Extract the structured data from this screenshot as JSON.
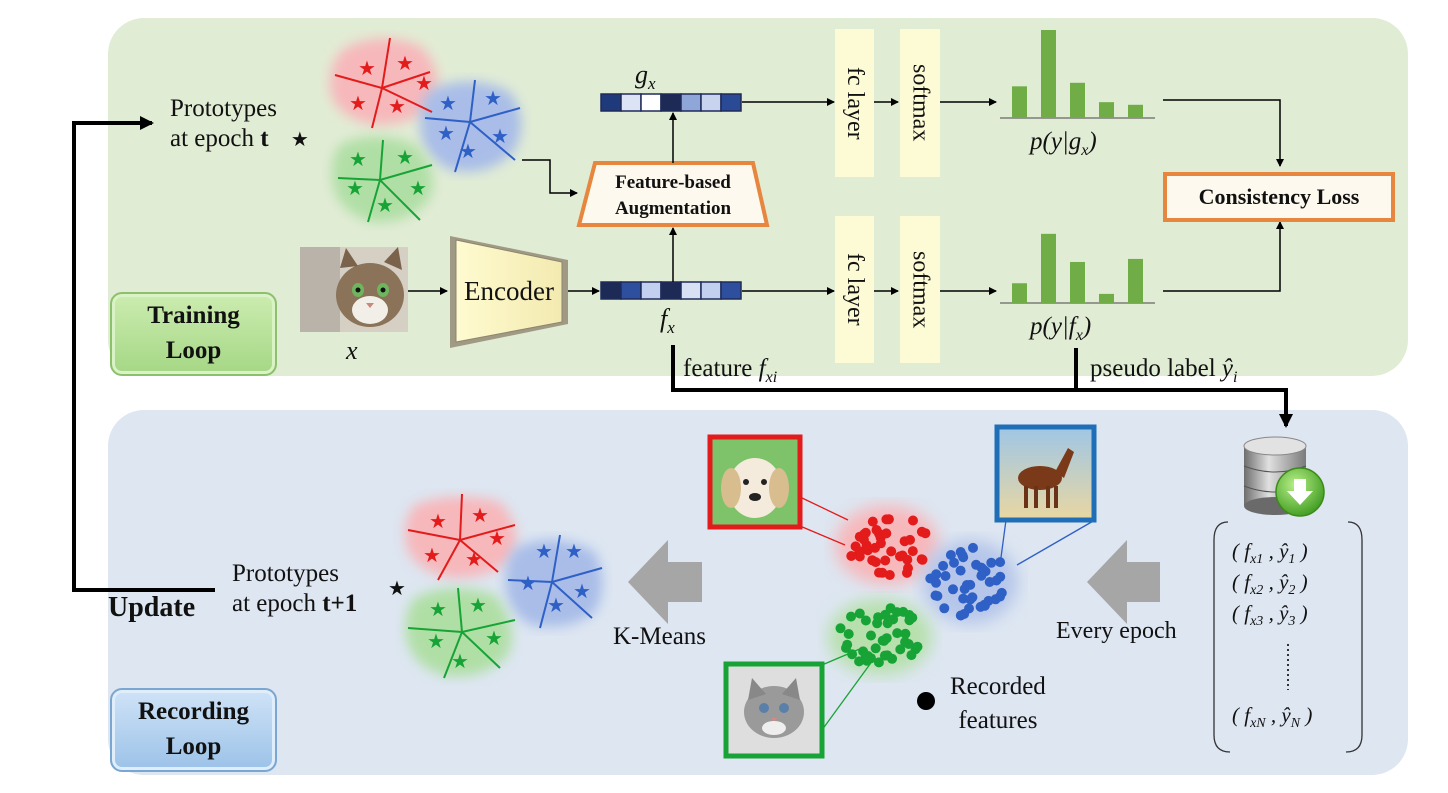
{
  "training": {
    "prototypes_line1": "Prototypes",
    "prototypes_line2": "at epoch ",
    "epoch_t": "t",
    "augmentation_line1": "Feature-based",
    "augmentation_line2": "Augmentation",
    "gx_label": "g",
    "gx_sub": "x",
    "encoder_label": "Encoder",
    "x_label": "x",
    "fx_label": "f",
    "fx_sub": "x",
    "fc_label": "fc layer",
    "softmax_label": "softmax",
    "p_gx": "p(y|g",
    "p_gx_sub": "x",
    "p_fx": "p(y|f",
    "p_fx_sub": "x",
    "consistency_loss": "Consistency Loss",
    "loop_line1": "Training",
    "loop_line2": "Loop",
    "feature_text": "feature  ",
    "feature_sym": "f",
    "feature_sub": "xi",
    "pseudo_text": "pseudo label  ",
    "pseudo_sym": "ŷ",
    "pseudo_sub": "i"
  },
  "recording": {
    "update_label": "Update",
    "prototypes_line1": "Prototypes",
    "prototypes_line2": "at epoch ",
    "epoch_t1": "t+1",
    "kmeans_label": "K-Means",
    "every_epoch_label": "Every epoch",
    "recorded_line1": "Recorded",
    "recorded_line2": "features",
    "loop_line1": "Recording",
    "loop_line2": "Loop",
    "pairs": [
      {
        "f": "f",
        "fsub": "x1",
        "y": "ŷ",
        "ysub": "1"
      },
      {
        "f": "f",
        "fsub": "x2",
        "y": "ŷ",
        "ysub": "2"
      },
      {
        "f": "f",
        "fsub": "x3",
        "y": "ŷ",
        "ysub": "3"
      },
      {
        "f": "f",
        "fsub": "xN",
        "y": "ŷ",
        "ysub": "N"
      }
    ]
  },
  "histograms": {
    "gx": [
      0.36,
      1.0,
      0.4,
      0.18,
      0.15
    ],
    "fx": [
      0.26,
      0.91,
      0.54,
      0.12,
      0.58
    ]
  },
  "colors": {
    "red": "#e31b1b",
    "green": "#18a336",
    "blue": "#2f60c6",
    "orange": "#e6863f",
    "bar_green": "#70ad47"
  }
}
